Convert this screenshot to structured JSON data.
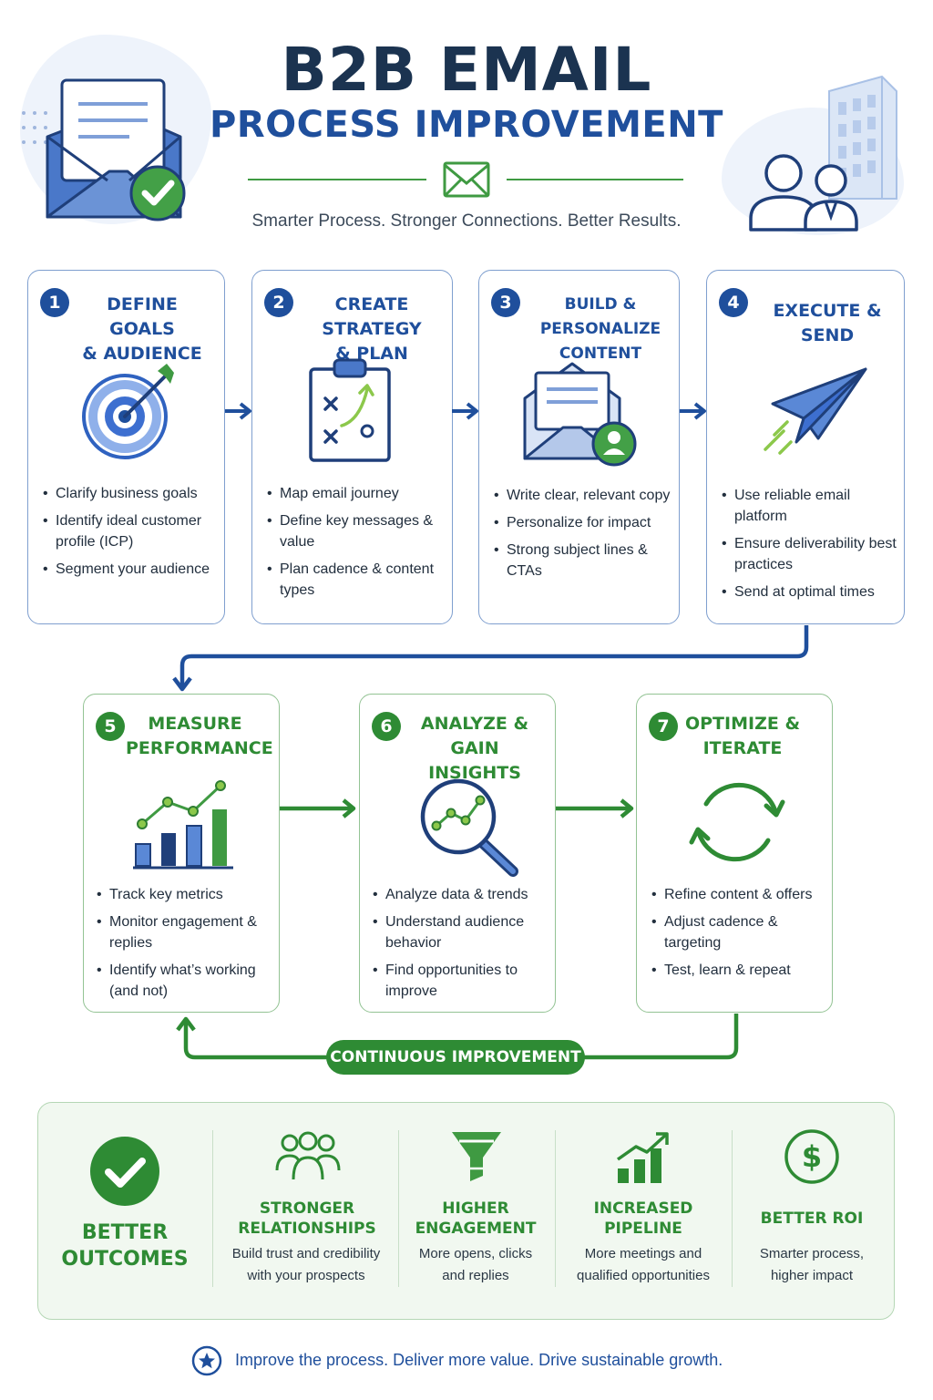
{
  "header": {
    "title_line1": "B2B EMAIL",
    "title_line2": "PROCESS IMPROVEMENT",
    "tagline": "Smarter Process. Stronger Connections. Better Results."
  },
  "steps": [
    {
      "number": "1",
      "title_line1": "DEFINE GOALS",
      "title_line2": "& AUDIENCE",
      "icon": "target-icon",
      "bullets": [
        "Clarify business goals",
        "Identify ideal customer profile (ICP)",
        "Segment your audience"
      ]
    },
    {
      "number": "2",
      "title_line1": "CREATE STRATEGY",
      "title_line2": "& PLAN",
      "icon": "clipboard-strategy-icon",
      "bullets": [
        "Map email journey",
        "Define key messages & value",
        "Plan cadence & content types"
      ]
    },
    {
      "number": "3",
      "title_line1": "BUILD & PERSONALIZE",
      "title_line2": "CONTENT",
      "icon": "envelope-person-icon",
      "bullets": [
        "Write clear, relevant copy",
        "Personalize for impact",
        "Strong subject lines & CTAs"
      ]
    },
    {
      "number": "4",
      "title_line1": "EXECUTE & SEND",
      "title_line2": "",
      "icon": "paper-plane-icon",
      "bullets": [
        "Use reliable email platform",
        "Ensure deliverability best practices",
        "Send at optimal times"
      ]
    },
    {
      "number": "5",
      "title_line1": "MEASURE",
      "title_line2": "PERFORMANCE",
      "icon": "bar-chart-icon",
      "bullets": [
        "Track key metrics",
        "Monitor engagement & replies",
        "Identify what’s working (and not)"
      ]
    },
    {
      "number": "6",
      "title_line1": "ANALYZE &",
      "title_line2": "GAIN INSIGHTS",
      "icon": "magnifier-chart-icon",
      "bullets": [
        "Analyze data & trends",
        "Understand audience behavior",
        "Find opportunities to improve"
      ]
    },
    {
      "number": "7",
      "title_line1": "OPTIMIZE &",
      "title_line2": "ITERATE",
      "icon": "refresh-cycle-icon",
      "bullets": [
        "Refine content & offers",
        "Adjust cadence & targeting",
        "Test, learn & repeat"
      ]
    }
  ],
  "loop_label": "CONTINUOUS IMPROVEMENT",
  "outcomes": {
    "heading_line1": "BETTER",
    "heading_line2": "OUTCOMES",
    "items": [
      {
        "title_line1": "STRONGER",
        "title_line2": "RELATIONSHIPS",
        "desc_line1": "Build trust and credibility",
        "desc_line2": "with your prospects",
        "icon": "people-icon"
      },
      {
        "title_line1": "HIGHER",
        "title_line2": "ENGAGEMENT",
        "desc_line1": "More opens, clicks",
        "desc_line2": "and replies",
        "icon": "funnel-icon"
      },
      {
        "title_line1": "INCREASED",
        "title_line2": "PIPELINE",
        "desc_line1": "More meetings and",
        "desc_line2": "qualified opportunities",
        "icon": "growth-chart-icon"
      },
      {
        "title_line1": "BETTER ROI",
        "title_line2": "",
        "desc_line1": "Smarter process,",
        "desc_line2": "higher impact",
        "icon": "dollar-coin-icon"
      }
    ]
  },
  "footer": {
    "text": "Improve the process. Deliver more value. Drive sustainable growth."
  },
  "colors": {
    "navy": "#1b3350",
    "blue": "#1f4f9c",
    "green": "#2e8b34",
    "light_green": "#f1f8f0",
    "light_blue": "#eef3fb"
  }
}
